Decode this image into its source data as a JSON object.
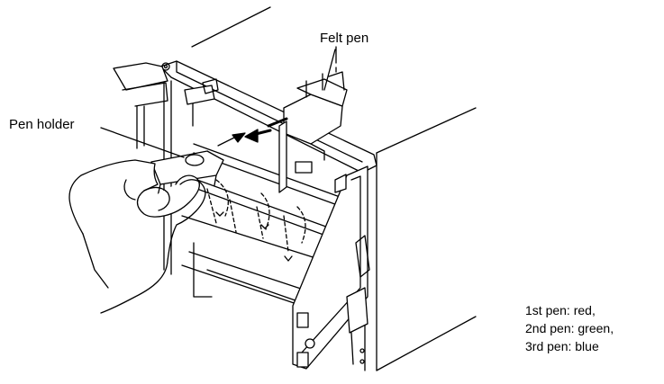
{
  "labels": {
    "felt_pen": "Felt pen",
    "pen_holder": "Pen holder"
  },
  "legend": {
    "lines": [
      "1st pen: red,",
      "2nd pen: green,",
      "3rd pen: blue"
    ]
  },
  "colors": {
    "line": "#000000",
    "background": "#ffffff"
  }
}
